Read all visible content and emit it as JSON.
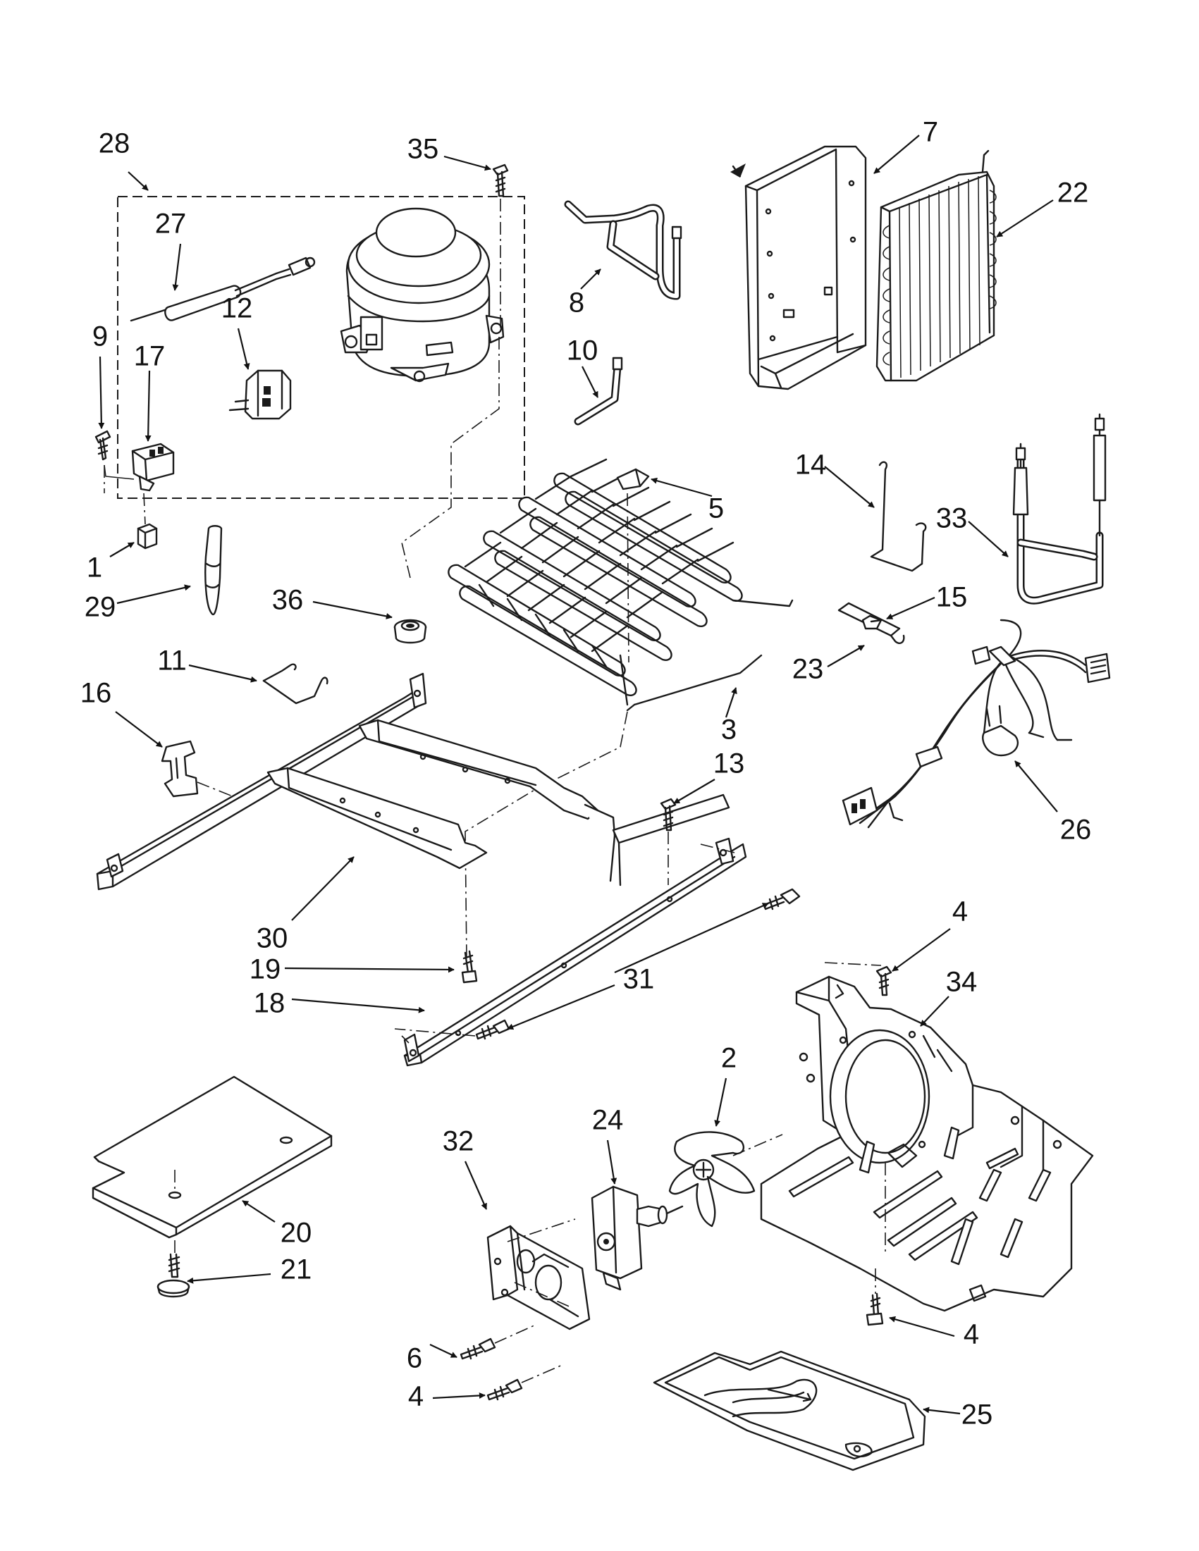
{
  "callouts": [
    "28",
    "35",
    "7",
    "22",
    "27",
    "12",
    "8",
    "9",
    "17",
    "10",
    "14",
    "33",
    "5",
    "15",
    "1",
    "29",
    "36",
    "23",
    "11",
    "16",
    "3",
    "13",
    "26",
    "30",
    "19",
    "31",
    "18",
    "4",
    "34",
    "2",
    "24",
    "32",
    "20",
    "21",
    "6",
    "25"
  ],
  "colors": {
    "ink": "#1a1a1a",
    "background": "#ffffff"
  }
}
